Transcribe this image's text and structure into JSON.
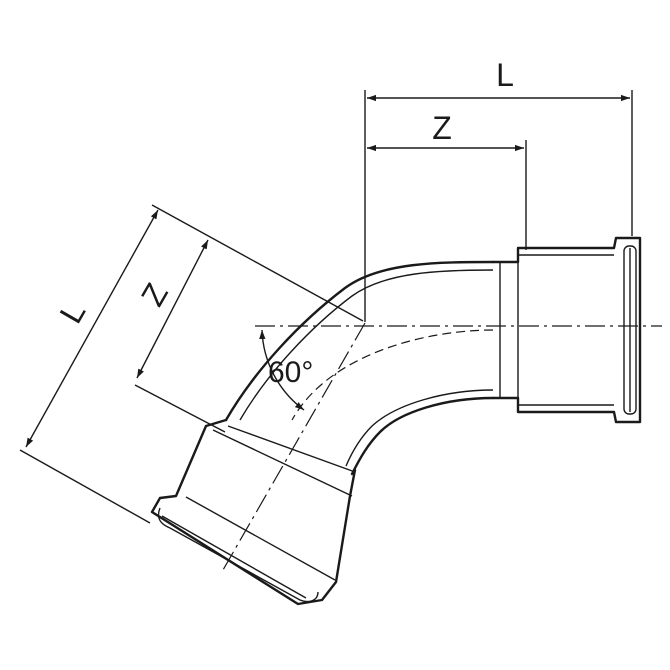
{
  "labels": {
    "length_right": "L",
    "insertion_right": "Z",
    "length_left": "L",
    "insertion_left": "Z",
    "angle": "60°"
  },
  "colors": {
    "line": "#1a1a1a",
    "background": "#ffffff"
  }
}
